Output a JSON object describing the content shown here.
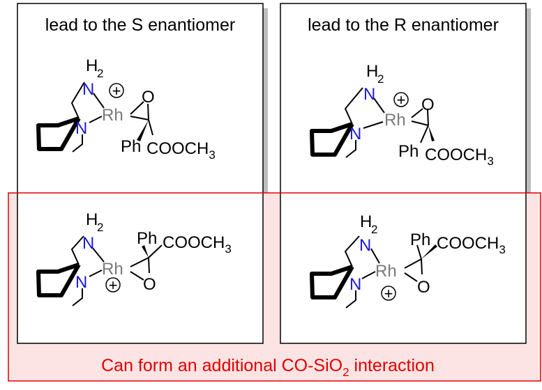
{
  "panels": {
    "s_title": "lead to the S enantiomer",
    "r_title": "lead to the R enantiomer"
  },
  "labels": {
    "h": "H",
    "h_sub": "2",
    "n": "N",
    "rh": "Rh",
    "o": "O",
    "ph": "Ph",
    "ester": "COOCH",
    "ester_sub": "3",
    "plus": "+"
  },
  "caption": {
    "text": "Can form an additional CO-SiO",
    "sub": "2",
    "tail": " interaction"
  },
  "colors": {
    "nitrogen": "#1a1ad6",
    "rhodium": "#7a7a7a",
    "highlight": "#e00000",
    "highlight_fill": "#fde4e4",
    "shadow": "#bdbdbd"
  }
}
